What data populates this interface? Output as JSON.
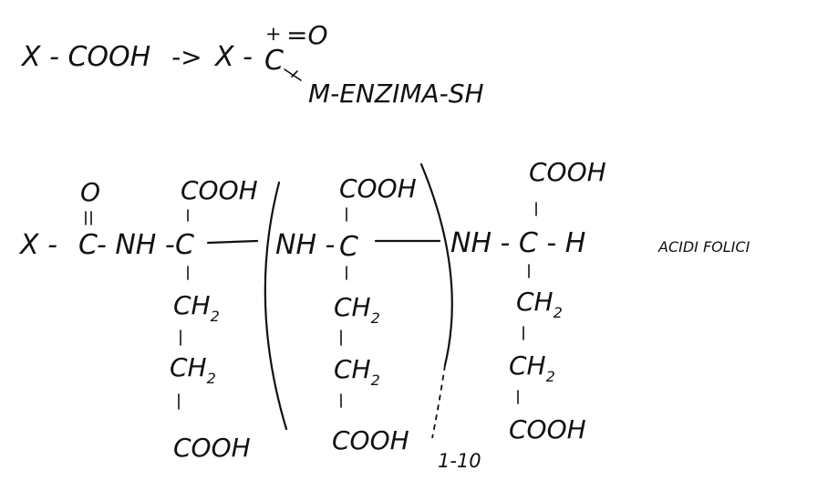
{
  "reaction": {
    "reactant": "X - COOH",
    "arrow": "->",
    "product_prefix": "X -",
    "carbon": "C",
    "plus": "+",
    "double_o": "=O",
    "enzyme": "M-ENZIMA-SH"
  },
  "structure": {
    "left_group": {
      "x_label": "X -",
      "carbonyl_o": "O",
      "carbonyl_c": "C",
      "nh": "- NH -",
      "alpha_c": "C",
      "cooh_top": "COOH",
      "ch2_a": "CH",
      "ch2_a_sub": "2",
      "ch2_b": "CH",
      "ch2_b_sub": "2",
      "cooh_bottom": "COOH"
    },
    "repeat_unit": {
      "nh": "NH -",
      "alpha_c": "C",
      "cooh_top": "COOH",
      "ch2_a": "CH",
      "ch2_a_sub": "2",
      "ch2_b": "CH",
      "ch2_b_sub": "2",
      "cooh_bottom": "COOH",
      "repeat_count": "1-10"
    },
    "right_group": {
      "nh": "NH - C - H",
      "cooh_top": "COOH",
      "ch2_a": "CH",
      "ch2_a_sub": "2",
      "ch2_b": "CH",
      "ch2_b_sub": "2",
      "cooh_bottom": "COOH"
    },
    "label": "ACIDI FOLICI"
  }
}
